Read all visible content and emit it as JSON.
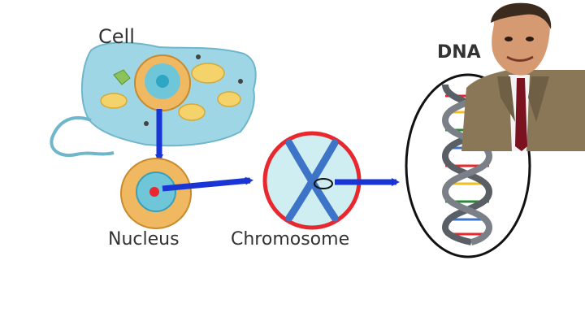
{
  "diagram": {
    "labels": {
      "cell": "Cell",
      "nucleus": "Nucleus",
      "chromosome": "Chromosome",
      "dna": "DNA"
    },
    "colors": {
      "arrow": "#1a35d6",
      "cell_body": "#9fd6e6",
      "nucleus_outer": "#f0b860",
      "chromosome_ring": "#e8282e",
      "dna_ellipse": "#111111",
      "suit": "#8a7758"
    },
    "overlay": "cartoon-man-in-suit"
  }
}
